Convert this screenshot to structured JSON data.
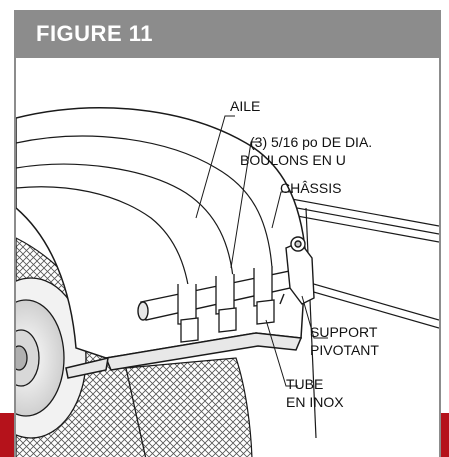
{
  "figure": {
    "title": "FIGURE 11"
  },
  "labels": {
    "aile": "AILE",
    "bolts_line1": "(3) 5/16 po DE DIA.",
    "bolts_line2": "BOULONS EN U",
    "chassis": "CHÂSSIS",
    "support_line1": "SUPPORT",
    "support_line2": "PIVOTANT",
    "tube_line1": "TUBE",
    "tube_line2": "EN INOX"
  },
  "colors": {
    "header": "#8c8c8c",
    "accent": "#b5121b",
    "line": "#1a1a1a"
  }
}
